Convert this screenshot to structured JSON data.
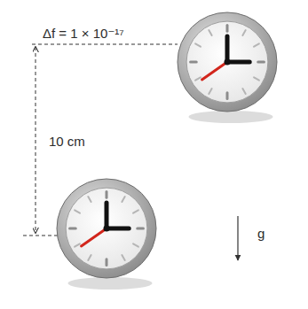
{
  "diagram": {
    "labels": [
      "Δf = 1 × 10⁻¹⁷",
      "10 cm",
      "g"
    ]
  }
}
